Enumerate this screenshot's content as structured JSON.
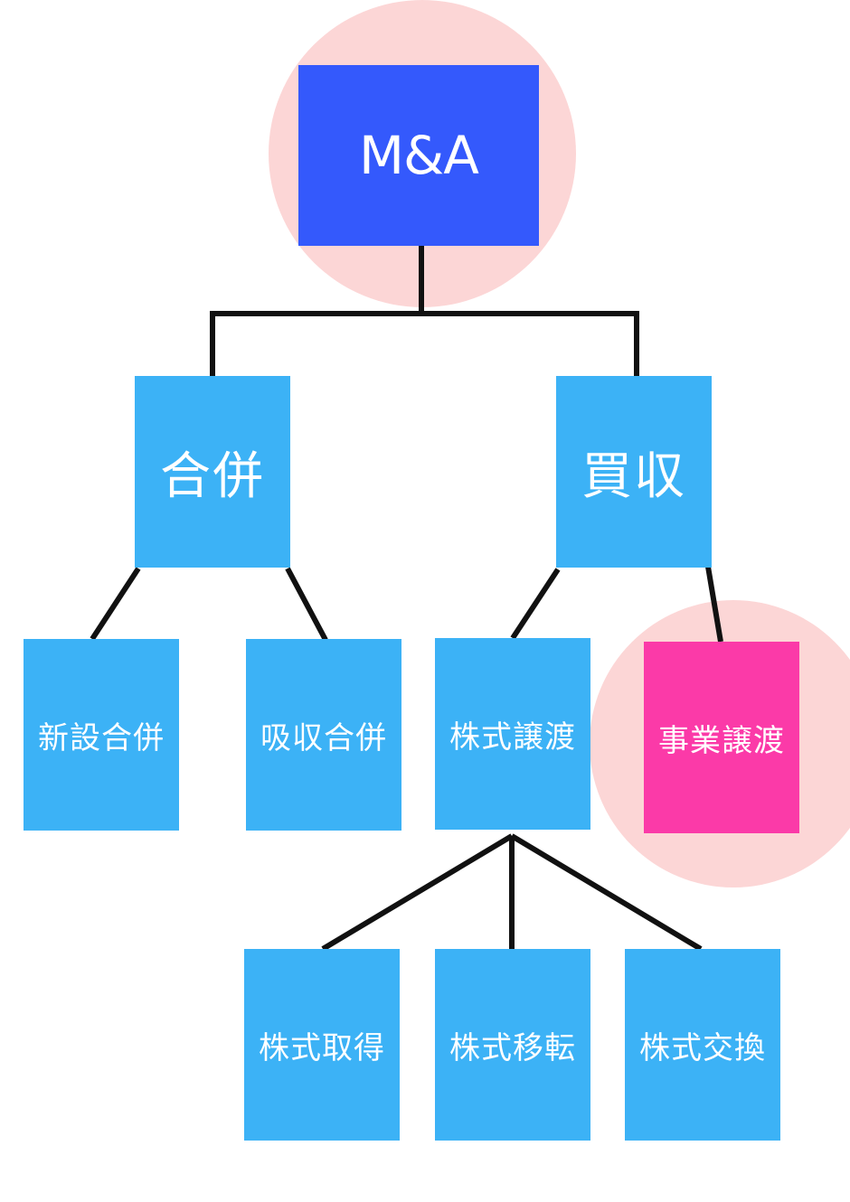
{
  "colors": {
    "background": "#ffffff",
    "root_fill": "#3459fc",
    "node_fill": "#3cb2f6",
    "emphasis_fill": "#fb3aa8",
    "highlight_circle": "#fcd6d6",
    "connector": "#111111",
    "label": "#ffffff"
  },
  "root": {
    "label": "M&A"
  },
  "branches": {
    "merger": {
      "label": "合併",
      "children": [
        "新設合併",
        "吸収合併"
      ]
    },
    "acquisition": {
      "label": "買収",
      "children": [
        "株式譲渡",
        "事業譲渡"
      ]
    }
  },
  "share_transfer_children": [
    "株式取得",
    "株式移転",
    "株式交換"
  ],
  "emphasized_nodes": [
    "M&A",
    "事業譲渡"
  ]
}
